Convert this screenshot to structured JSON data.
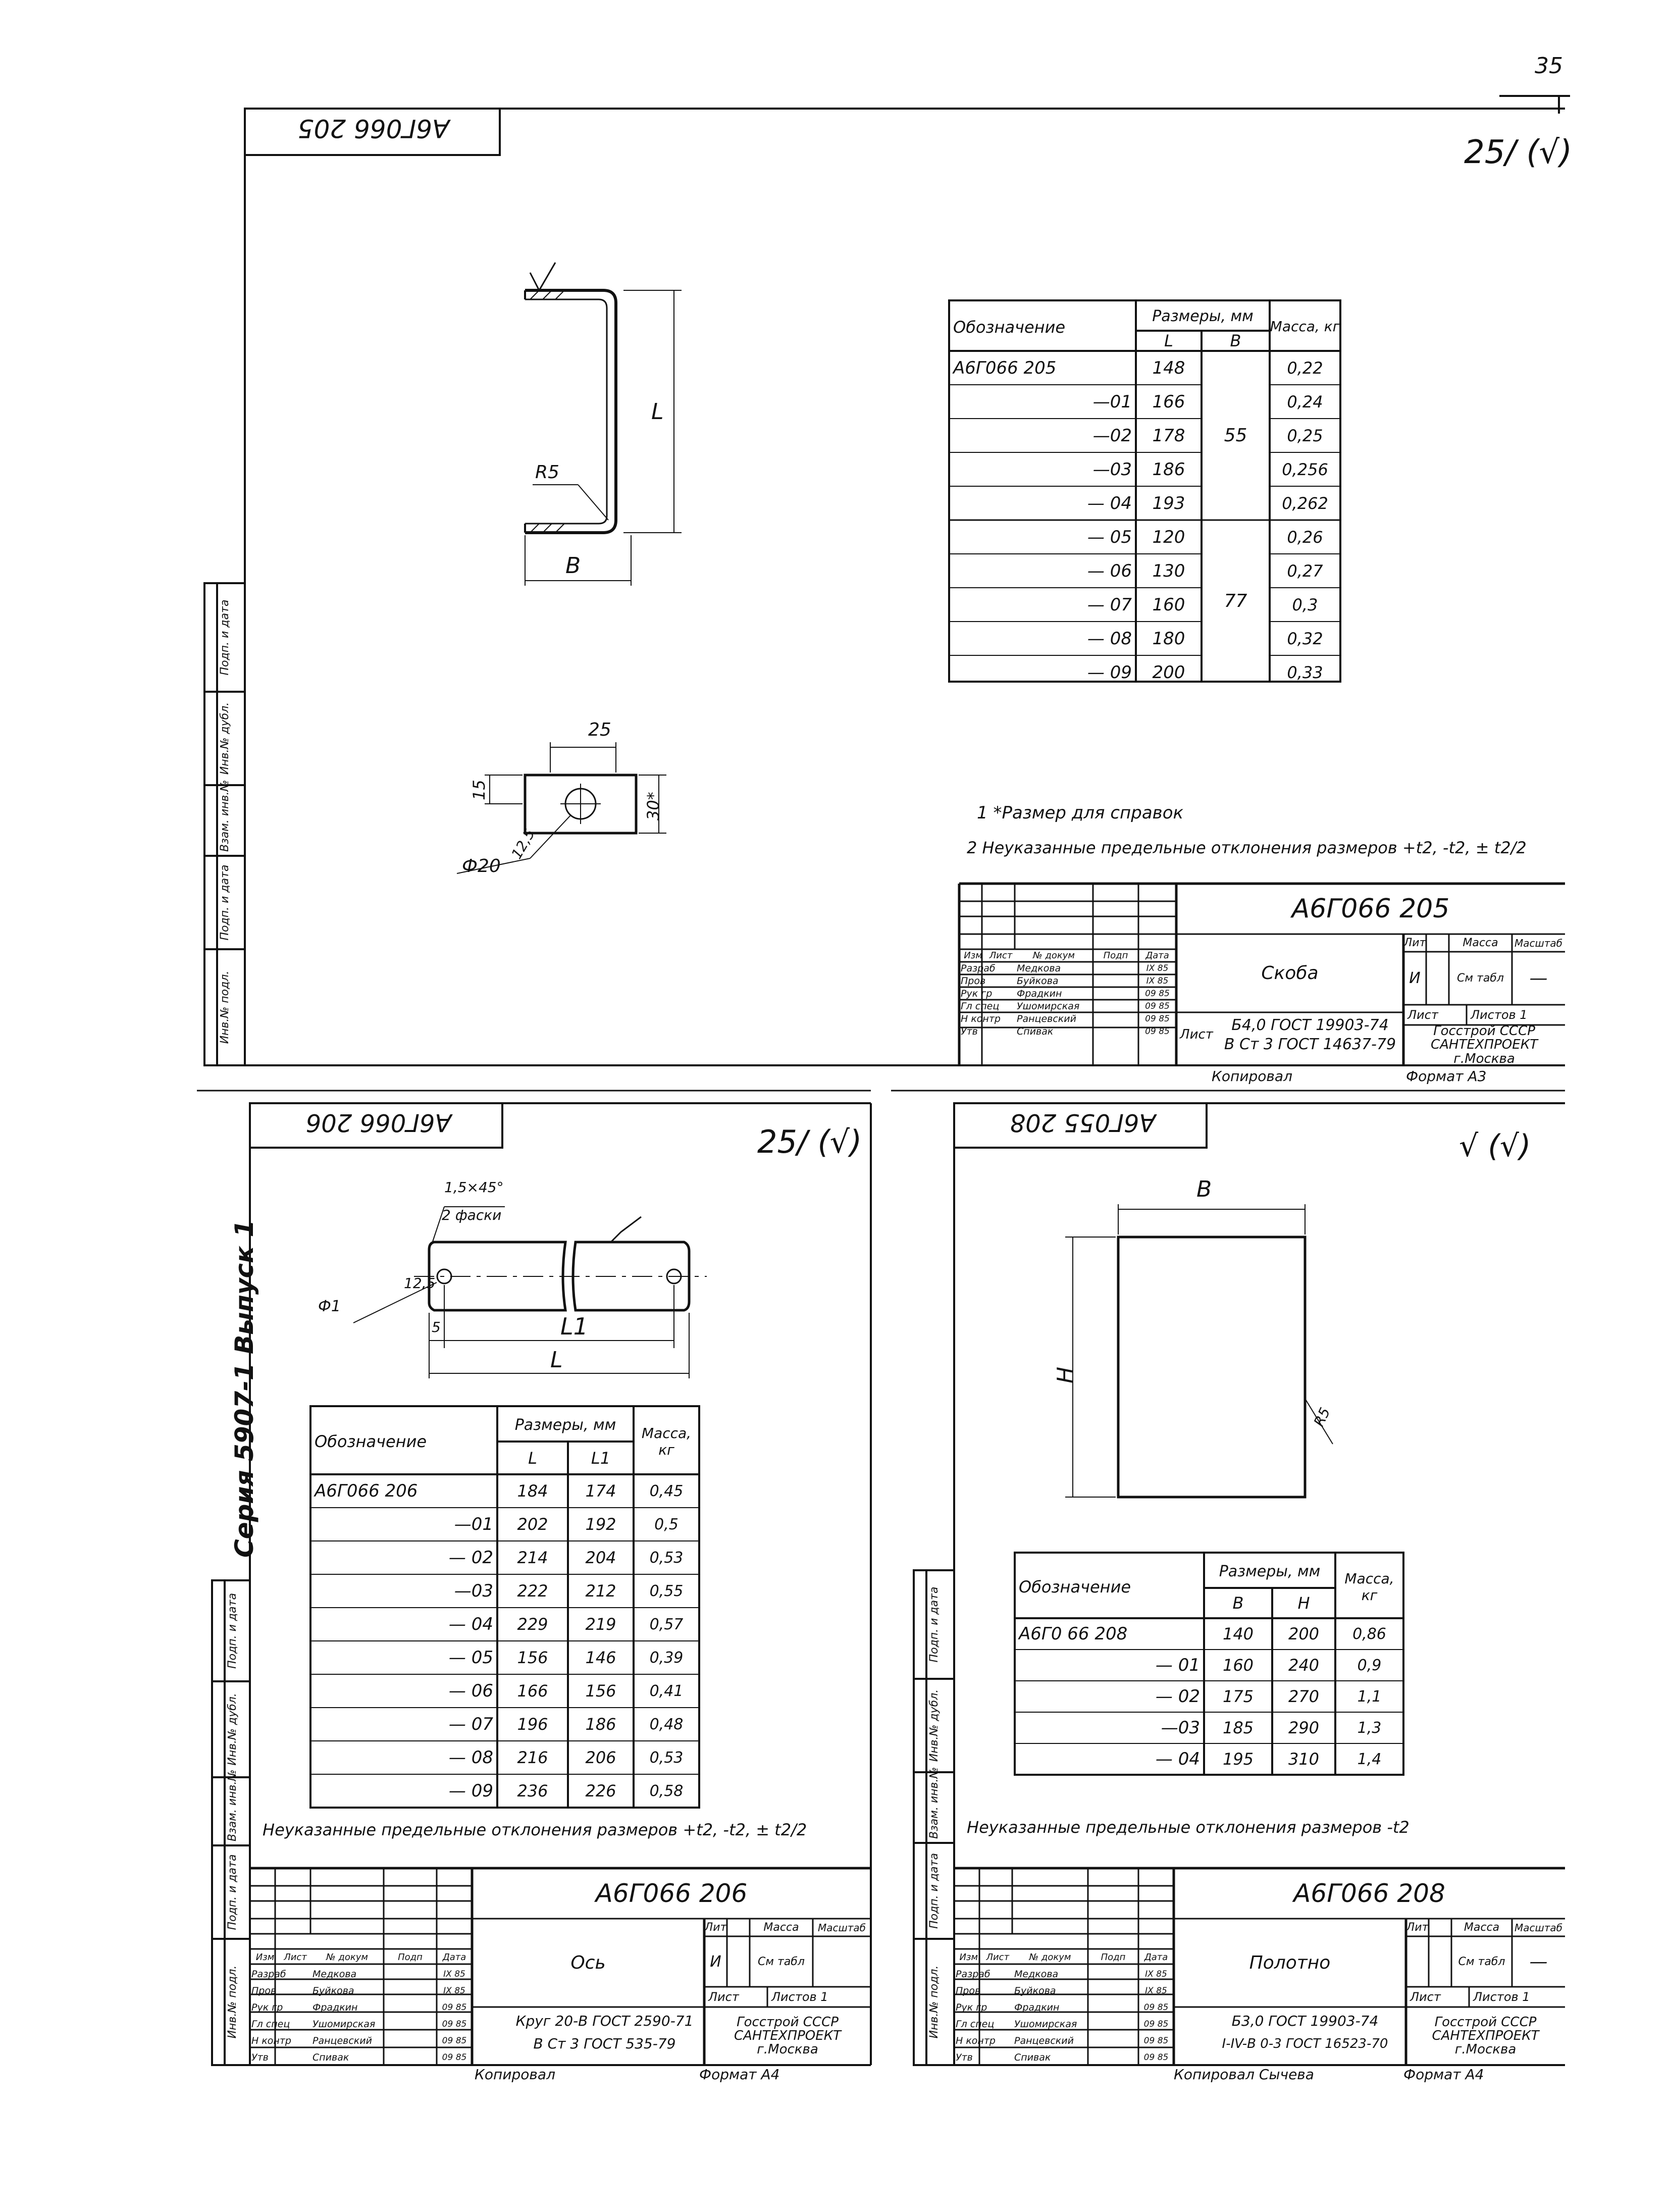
{
  "page_number": "35",
  "series": "Серия 5907-1 Выпуск 1",
  "copied_label": "Копировал",
  "copied_label_3": "Копировал Сычева",
  "format_a3": "Формат А3",
  "format_a4": "Формат А4",
  "side_stamp": [
    "Инв.№ подл.",
    "Подп. и дата",
    "Взам. инв.№",
    "Инв.№ дубл.",
    "Подп. и дата"
  ],
  "sheet1": {
    "corner_code": "А6Г066 205",
    "roughness": "25/ (√)",
    "sketch": {
      "r": "R5",
      "l": "L",
      "b": "B",
      "d25": "25",
      "d15": "15",
      "d30": "30*",
      "d20": "Ф20",
      "d125": "12,5"
    },
    "table": {
      "h_designation": "Обозначение",
      "h_sizes": "Размеры, мм",
      "h_mass": "Масса, кг",
      "h_l": "L",
      "h_b": "B",
      "rows": [
        {
          "d": "А6Г066 205",
          "l": "148",
          "m": "0,22"
        },
        {
          "d": "—01",
          "l": "166",
          "m": "0,24"
        },
        {
          "d": "—02",
          "l": "178",
          "m": "0,25"
        },
        {
          "d": "—03",
          "l": "186",
          "m": "0,256"
        },
        {
          "d": "— 04",
          "l": "193",
          "m": "0,262"
        },
        {
          "d": "— 05",
          "l": "120",
          "m": "0,26"
        },
        {
          "d": "— 06",
          "l": "130",
          "m": "0,27"
        },
        {
          "d": "— 07",
          "l": "160",
          "m": "0,3"
        },
        {
          "d": "— 08",
          "l": "180",
          "m": "0,32"
        },
        {
          "d": "— 09",
          "l": "200",
          "m": "0,33"
        }
      ],
      "b_group1": "55",
      "b_group2": "77"
    },
    "note1": "1 *Размер для справок",
    "note2": "2 Неуказанные предельные отклонения размеров +t2, -t2, ± t2/2",
    "title_code": "А6Г066 205",
    "title_name": "Скоба",
    "material_1": "Б4,0 ГОСТ 19903-74",
    "material_2": "В Ст 3 ГОСТ 14637-79",
    "org": "Госстрой СССР САНТЕХПРОЕКТ г.Москва",
    "lit": "Лит",
    "mass": "Масса",
    "scale": "Масштаб",
    "see_table": "См табл",
    "lit_val": "И",
    "dash": "—",
    "sheet": "Лист",
    "sheets": "Листов 1"
  },
  "sheet2": {
    "corner_code": "А6Г066 206",
    "roughness": "25/ (√)",
    "sketch": {
      "chamfer": "1,5×45°",
      "chamfer2": "2 фаски",
      "d125": "12,5",
      "phi": "Ф1",
      "five": "5",
      "l1": "L1",
      "l": "L"
    },
    "table": {
      "h_designation": "Обозначение",
      "h_sizes": "Размеры, мм",
      "h_mass": "Масса, кг",
      "h_l": "L",
      "h_l1": "L1",
      "rows": [
        {
          "d": "А6Г066 206",
          "l": "184",
          "l1": "174",
          "m": "0,45"
        },
        {
          "d": "—01",
          "l": "202",
          "l1": "192",
          "m": "0,5"
        },
        {
          "d": "— 02",
          "l": "214",
          "l1": "204",
          "m": "0,53"
        },
        {
          "d": "—03",
          "l": "222",
          "l1": "212",
          "m": "0,55"
        },
        {
          "d": "— 04",
          "l": "229",
          "l1": "219",
          "m": "0,57"
        },
        {
          "d": "— 05",
          "l": "156",
          "l1": "146",
          "m": "0,39"
        },
        {
          "d": "— 06",
          "l": "166",
          "l1": "156",
          "m": "0,41"
        },
        {
          "d": "— 07",
          "l": "196",
          "l1": "186",
          "m": "0,48"
        },
        {
          "d": "— 08",
          "l": "216",
          "l1": "206",
          "m": "0,53"
        },
        {
          "d": "— 09",
          "l": "236",
          "l1": "226",
          "m": "0,58"
        }
      ]
    },
    "note": "Неуказанные предельные отклонения размеров +t2, -t2, ± t2/2",
    "title_code": "А6Г066 206",
    "title_name": "Ось",
    "material_1": "Круг 20-В ГОСТ 2590-71",
    "material_2": "В Ст 3 ГОСТ 535-79",
    "org": "Госстрой СССР САНТЕХПРОЕКТ г.Москва",
    "lit": "Лит",
    "mass": "Масса",
    "scale": "Масштаб",
    "see_table": "См табл",
    "lit_val": "И",
    "sheet": "Лист",
    "sheets": "Листов 1"
  },
  "sheet3": {
    "corner_code": "А6Г055 208",
    "roughness": "√ (√)",
    "sketch": {
      "b": "B",
      "h": "H",
      "r": "R5"
    },
    "table": {
      "h_designation": "Обозначение",
      "h_sizes": "Размеры, мм",
      "h_mass": "Масса, кг",
      "h_b": "B",
      "h_h": "H",
      "rows": [
        {
          "d": "А6Г0 66 208",
          "b": "140",
          "h": "200",
          "m": "0,86"
        },
        {
          "d": "— 01",
          "b": "160",
          "h": "240",
          "m": "0,9"
        },
        {
          "d": "— 02",
          "b": "175",
          "h": "270",
          "m": "1,1"
        },
        {
          "d": "—03",
          "b": "185",
          "h": "290",
          "m": "1,3"
        },
        {
          "d": "— 04",
          "b": "195",
          "h": "310",
          "m": "1,4"
        }
      ]
    },
    "note": "Неуказанные предельные отклонения размеров -t2",
    "title_code": "А6Г066 208",
    "title_name": "Полотно",
    "material_1": "Б3,0 ГОСТ 19903-74",
    "material_2": "I-IV-В 0-3 ГОСТ 16523-70",
    "org": "Госстрой СССР САНТЕХПРОЕКТ г.Москва",
    "lit": "Лит",
    "mass": "Масса",
    "scale": "Масштаб",
    "see_table": "См табл",
    "dash": "—",
    "sheet": "Лист",
    "sheets": "Листов 1"
  },
  "signatures": {
    "roles": [
      "Разраб",
      "Пров",
      "Рук гр",
      "Гл спец",
      "Н контр",
      "Утв"
    ],
    "names": [
      "Медкова",
      "Буйкова",
      "Фрадкин",
      "Ушомирская",
      "Ранцевский",
      "Спивак"
    ],
    "dates": [
      "IX 85",
      "IX 85",
      "09 85",
      "09 85",
      "09 85",
      "09 85"
    ],
    "header": [
      "Изм",
      "Лист",
      "№ докум",
      "Подп",
      "Дата"
    ]
  }
}
